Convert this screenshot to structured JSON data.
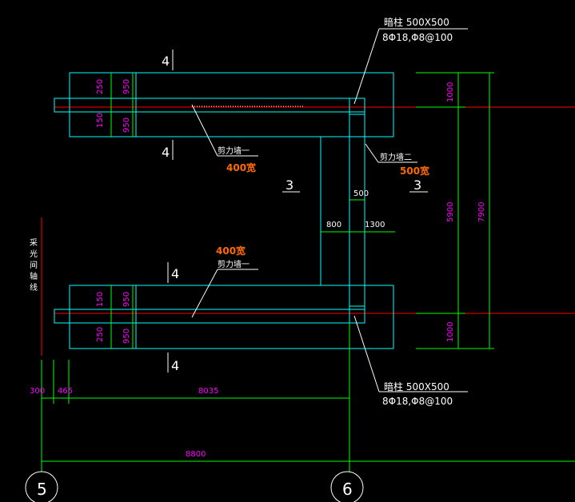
{
  "colors": {
    "background": "#000000",
    "structure_cyan": "#00ffff",
    "dimension_green": "#00ff00",
    "dimension_magenta": "#ff00ff",
    "axis_red": "#ff0000",
    "annotation_white": "#ffffff",
    "highlight_orange": "#ff6a00"
  },
  "labels": {
    "column_top_title": "暗柱 500X500",
    "column_top_rebar": "8Φ18,Φ8@100",
    "column_bottom_title": "暗柱 500X500",
    "column_bottom_rebar": "8Φ18,Φ8@100",
    "wall_1_upper": "剪力墙一",
    "wall_1_upper_width": "400宽",
    "wall_1_lower": "剪力墙一",
    "wall_1_lower_width": "400宽",
    "wall_2": "剪力墙二",
    "wall_2_width": "500宽",
    "side_axis_label": "采光间轴线",
    "section_top_upper": "4",
    "section_top_lower": "4",
    "section_bottom_upper": "4",
    "section_bottom_lower": "4",
    "zone_center": "3",
    "zone_right": "3"
  },
  "dimensions": {
    "top_left_250": "250",
    "top_left_150": "150",
    "top_left_950a": "950",
    "top_left_950b": "950",
    "bot_left_150": "150",
    "bot_left_250": "250",
    "bot_left_950a": "950",
    "bot_left_950b": "950",
    "right_1000_top": "1000",
    "right_5900": "5900",
    "right_1000_bottom": "1000",
    "right_7900": "7900",
    "mid_500": "500",
    "mid_800": "800",
    "mid_1300": "1300",
    "bottom_300": "300",
    "bottom_465": "465",
    "bottom_8035": "8035",
    "bottom_8800": "8800"
  },
  "axes": {
    "axis_5": "5",
    "axis_6": "6"
  }
}
